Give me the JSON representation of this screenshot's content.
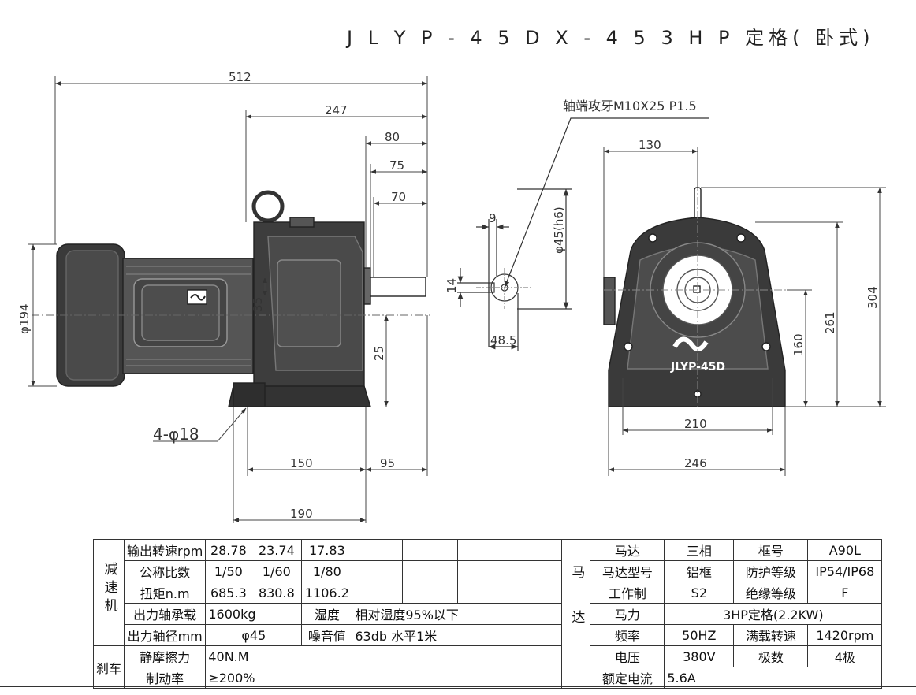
{
  "title": "J L Y P - 4 5 D X - 4 5   3 H P 定格( 卧式)",
  "side_view": {
    "dims": {
      "overall_length": "512",
      "gear_length": "247",
      "shaft_80": "80",
      "shaft_75": "75",
      "shaft_70": "70",
      "motor_dia": "φ194",
      "shaft_35": "35",
      "height_25": "25",
      "holes": "4-φ18",
      "base_150": "150",
      "overhang_95": "95",
      "base_190": "190"
    }
  },
  "shaft_view": {
    "thread_note": "轴端攻牙M10X25 P1.5",
    "key_width": "9",
    "key_height": "14",
    "shaft_dia": "φ45(h6)",
    "key_depth": "48.5"
  },
  "front_view": {
    "logo_text": "JLYP-45D",
    "dims": {
      "width_130": "130",
      "height_304": "304",
      "height_261": "261",
      "height_160": "160",
      "base_210": "210",
      "base_246": "246"
    }
  },
  "spec_table": {
    "reducer_label": "减速机",
    "reducer_rows": {
      "speed": {
        "label": "输出转速rpm",
        "values": [
          "28.78",
          "23.74",
          "17.83",
          "",
          "",
          ""
        ]
      },
      "ratio": {
        "label": "公称比数",
        "values": [
          "1/50",
          "1/60",
          "1/80",
          "",
          "",
          ""
        ]
      },
      "torque": {
        "label": "扭矩n.m",
        "values": [
          "685.3",
          "830.8",
          "1106.2",
          "",
          "",
          ""
        ]
      },
      "bearing": {
        "label": "出力轴承载",
        "value": "1600kg",
        "env_label": "湿度",
        "env_value": "相对湿度95%以下"
      },
      "shaft": {
        "label": "出力轴径mm",
        "value": "φ45",
        "env_label": "噪音值",
        "env_value": "63db 水平1米"
      }
    },
    "brake_label": "刹车",
    "brake_rows": {
      "static": {
        "label": "静摩擦力",
        "value": "40N.M"
      },
      "rate": {
        "label": "制动率",
        "value": "≥200%"
      }
    },
    "motor_label": "马达",
    "motor_rows": {
      "r1": {
        "a": "马达",
        "b": "三相",
        "c": "框号",
        "d": "A90L"
      },
      "r2": {
        "a": "马达型号",
        "b": "铝框",
        "c": "防护等级",
        "d": "IP54/IP68"
      },
      "r3": {
        "a": "工作制",
        "b": "S2",
        "c": "绝缘等级",
        "d": "F"
      },
      "r4": {
        "a": "马力",
        "b": "3HP定格(2.2KW)"
      },
      "r5": {
        "a": "频率",
        "b": "50HZ",
        "c": "满载转速",
        "d": "1420rpm"
      },
      "r6": {
        "a": "电压",
        "b": "380V",
        "c": "极数",
        "d": "4极"
      },
      "r7": {
        "a": "额定电流",
        "b": "5.6A"
      }
    }
  }
}
